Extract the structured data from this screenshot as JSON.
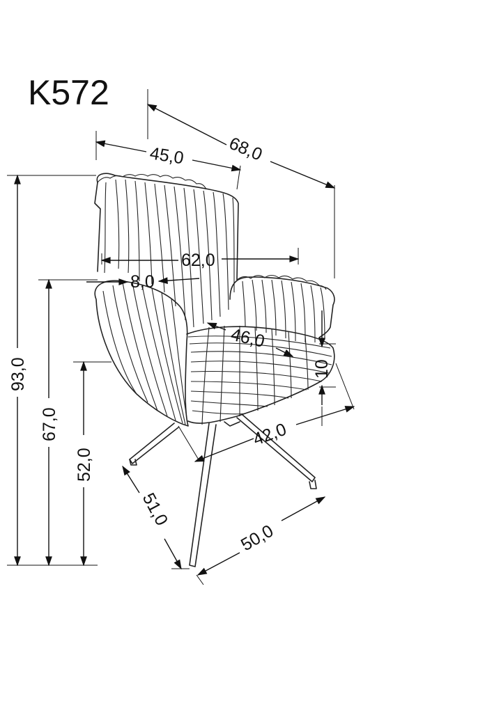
{
  "title": "K572",
  "dimensions": {
    "depth_total": "68,0",
    "backrest_width": "45,0",
    "seat_width_total": "62,0",
    "armrest_width": "8,0",
    "seat_depth": "46,0",
    "seat_cushion": "10",
    "seat_width": "42,0",
    "height_total": "93,0",
    "armrest_height": "67,0",
    "seat_height": "52,0",
    "base_depth": "51,0",
    "base_width": "50,0"
  }
}
